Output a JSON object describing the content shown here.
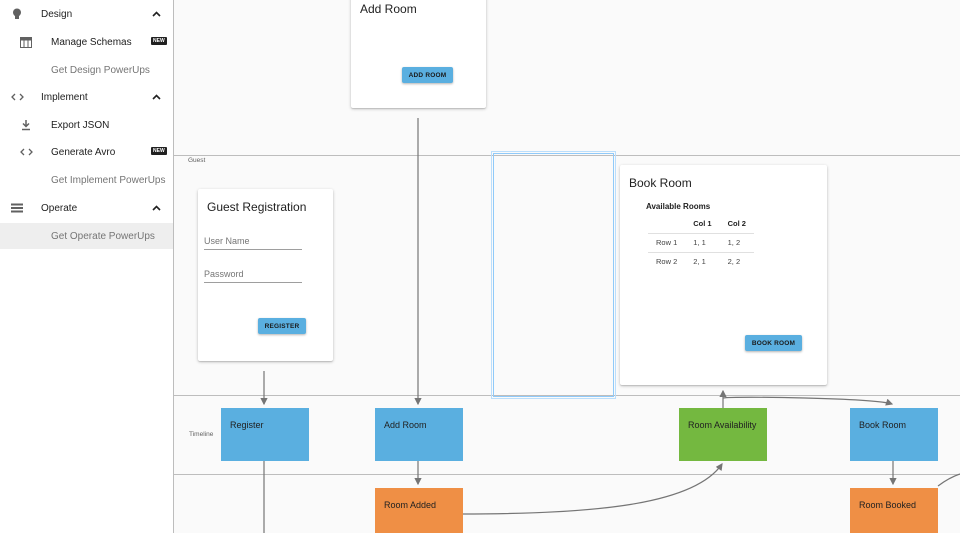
{
  "sidebar": {
    "design": {
      "label": "Design",
      "manage_schemas": "Manage Schemas",
      "new_badge": "NEW",
      "get_powerups": "Get Design PowerUps"
    },
    "implement": {
      "label": "Implement",
      "export_json": "Export JSON",
      "generate_avro": "Generate Avro",
      "new_badge": "NEW",
      "get_powerups": "Get Implement PowerUps"
    },
    "operate": {
      "label": "Operate",
      "get_powerups": "Get Operate PowerUps"
    }
  },
  "lanes": {
    "guest": "Guest",
    "timeline": "Timeline"
  },
  "cards": {
    "add_room": {
      "title": "Add Room",
      "button": "ADD ROOM"
    },
    "guest_registration": {
      "title": "Guest Registration",
      "username_placeholder": "User Name",
      "password_placeholder": "Password",
      "button": "REGISTER"
    },
    "book_room": {
      "title": "Book Room",
      "table_caption": "Available Rooms",
      "columns": [
        "",
        "Col 1",
        "Col 2"
      ],
      "rows": [
        [
          "Row 1",
          "1, 1",
          "1, 2"
        ],
        [
          "Row 2",
          "2, 1",
          "2, 2"
        ]
      ],
      "button": "BOOK ROOM"
    }
  },
  "stickies": {
    "register": "Register",
    "add_room": "Add Room",
    "room_availability": "Room Availability",
    "book_room": "Book Room",
    "room_added": "Room Added",
    "room_booked": "Room Booked"
  },
  "colors": {
    "command": "#5aafe0",
    "read_model": "#74b840",
    "event": "#ef8f45",
    "selection": "#90caf9"
  },
  "icons": [
    "lightbulb-icon",
    "table-icon",
    "code-icon",
    "download-icon",
    "list-icon",
    "chevron-up-icon"
  ]
}
